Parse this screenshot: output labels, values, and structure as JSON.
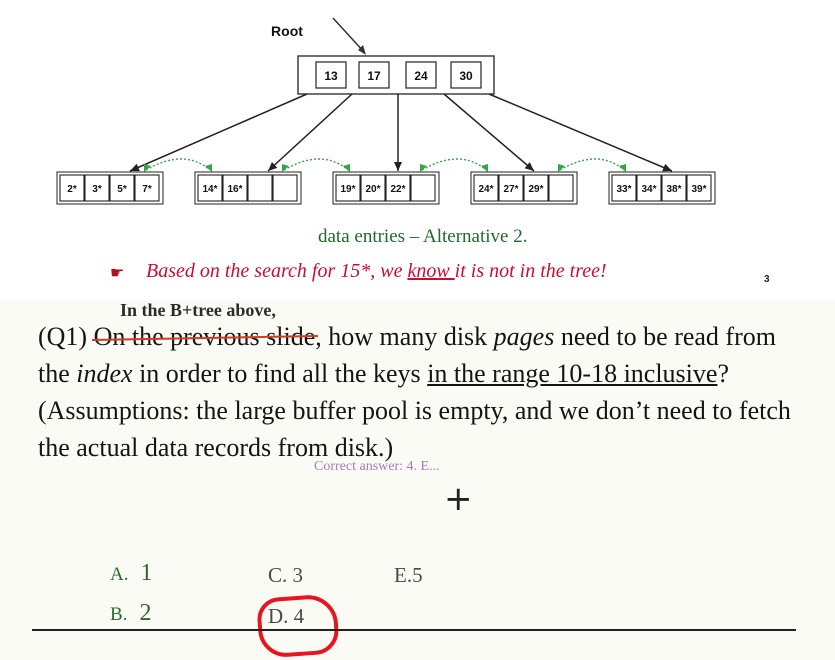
{
  "diagram": {
    "root_label": "Root",
    "root_keys": [
      "13",
      "17",
      "24",
      "30"
    ],
    "leaves": [
      [
        "2*",
        "3*",
        "5*",
        "7*"
      ],
      [
        "14*",
        "16*",
        "",
        ""
      ],
      [
        "19*",
        "20*",
        "22*",
        ""
      ],
      [
        "24*",
        "27*",
        "29*",
        ""
      ],
      [
        "33*",
        "34*",
        "38*",
        "39*"
      ]
    ],
    "caption": "data entries – Alternative 2.",
    "note_before": "Based on the search for 15*, we ",
    "note_underlined": "know ",
    "note_after": "it is not in the tree!",
    "page_number": "3"
  },
  "question": {
    "handwritten_prefix": "In the B+tree above,",
    "label": "(Q1) ",
    "struck": "On the previous slide",
    "p1": ", how many disk ",
    "em1": "pages",
    "p2": " need to be read from the ",
    "em2": "index",
    "p3": " in order to find all the keys ",
    "underlined": "in the range 10-18 inclusive",
    "p4": "?  (Assumptions:  the large buffer pool is empty, and we don’t need to fetch the actual data records from disk.)",
    "faded_overlay": "Correct answer: 4. E..."
  },
  "choices": {
    "a_letter": "A.",
    "a_value": "1",
    "b_letter": "B.",
    "b_value": "2",
    "c_text": "C. 3",
    "d_text": "D. 4",
    "e_text": "E.5"
  },
  "annotation": {
    "circled_choice": "D. 4",
    "circle_color": "#e8141e"
  },
  "colors": {
    "green": "#1f6b2a",
    "red_text": "#c8102e",
    "purple_overlay": "#8a52a8"
  }
}
